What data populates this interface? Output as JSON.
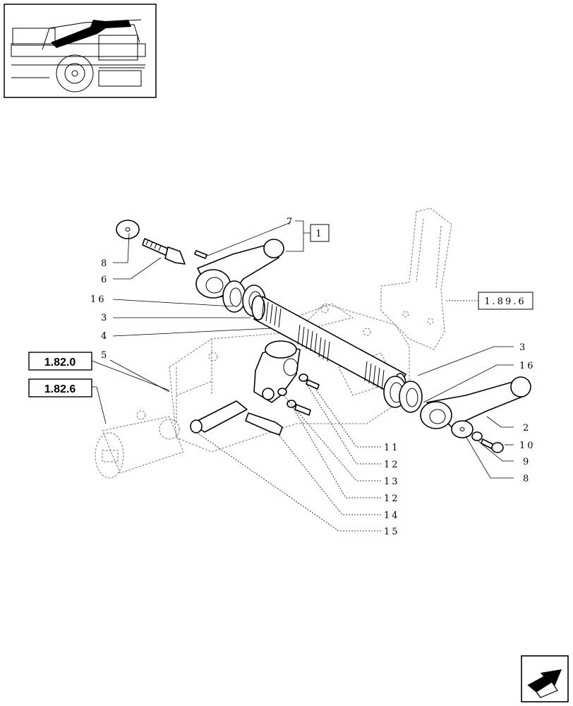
{
  "thumbnail": {
    "icon": "tractor-overview-thumbnail"
  },
  "references": {
    "ref_1820": "1.82.0",
    "ref_1826": "1.82.6",
    "ref_1896": "1.89.6",
    "group_1": "1"
  },
  "callouts": {
    "c7": "7",
    "c8_left": "8",
    "c6": "6",
    "c16_left": "16",
    "c3_left": "3",
    "c4": "4",
    "c5": "5",
    "c3_right": "3",
    "c16_right": "16",
    "c2": "2",
    "c10": "10",
    "c9": "9",
    "c8_right": "8",
    "c11": "11",
    "c12_a": "12",
    "c13": "13",
    "c12_b": "12",
    "c14": "14",
    "c15": "15"
  },
  "nav": {
    "icon": "next-page-arrow-icon"
  }
}
